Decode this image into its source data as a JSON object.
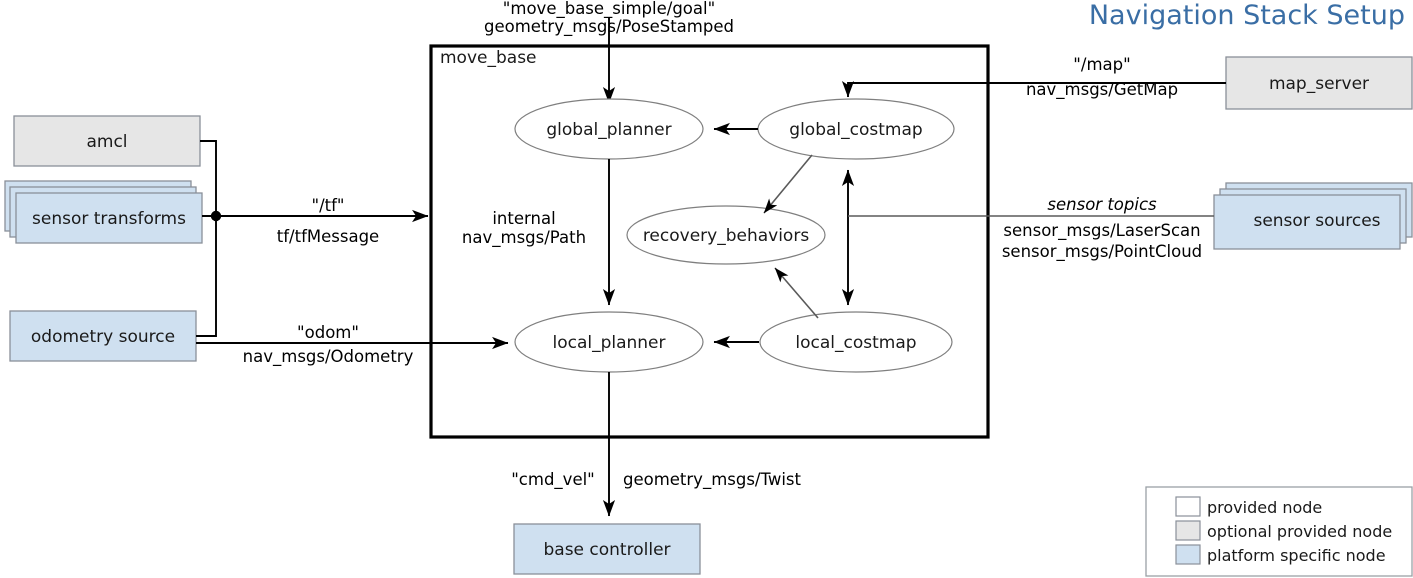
{
  "title": "Navigation Stack Setup",
  "container": {
    "label": "move_base"
  },
  "internal_nodes": [
    {
      "id": "global_planner",
      "label": "global_planner"
    },
    {
      "id": "global_costmap",
      "label": "global_costmap"
    },
    {
      "id": "recovery_behaviors",
      "label": "recovery_behaviors"
    },
    {
      "id": "local_planner",
      "label": "local_planner"
    },
    {
      "id": "local_costmap",
      "label": "local_costmap"
    }
  ],
  "external_nodes": [
    {
      "id": "amcl",
      "label": "amcl",
      "kind": "optional provided node"
    },
    {
      "id": "sensor_transforms",
      "label": "sensor transforms",
      "kind": "platform specific node"
    },
    {
      "id": "odometry_source",
      "label": "odometry source",
      "kind": "platform specific node"
    },
    {
      "id": "map_server",
      "label": "map_server",
      "kind": "optional provided node"
    },
    {
      "id": "sensor_sources",
      "label": "sensor sources",
      "kind": "platform specific node"
    },
    {
      "id": "base_controller",
      "label": "base controller",
      "kind": "platform specific node"
    }
  ],
  "edges": {
    "goal": {
      "topic": "\"move_base_simple/goal\"",
      "type": "geometry_msgs/PoseStamped"
    },
    "tf": {
      "topic": "\"/tf\"",
      "type": "tf/tfMessage"
    },
    "odom": {
      "topic": "\"odom\"",
      "type": "nav_msgs/Odometry"
    },
    "internal_path": {
      "topic": "internal",
      "type": "nav_msgs/Path"
    },
    "map": {
      "topic": "\"/map\"",
      "type": "nav_msgs/GetMap"
    },
    "sensor": {
      "topic": "sensor topics",
      "type1": "sensor_msgs/LaserScan",
      "type2": "sensor_msgs/PointCloud"
    },
    "cmd_vel": {
      "topic": "\"cmd_vel\"",
      "type": "geometry_msgs/Twist"
    }
  },
  "legend": {
    "items": [
      {
        "label": "provided node",
        "color": "#ffffff"
      },
      {
        "label": "optional provided node",
        "color": "#e6e6e6"
      },
      {
        "label": "platform specific node",
        "color": "#cfe0f0"
      }
    ]
  },
  "colors": {
    "title": "#3a6ea5",
    "provided": "#ffffff",
    "optional": "#e6e6e6",
    "platform": "#cfe0f0",
    "border": "#8a9099",
    "line": "#000000"
  }
}
